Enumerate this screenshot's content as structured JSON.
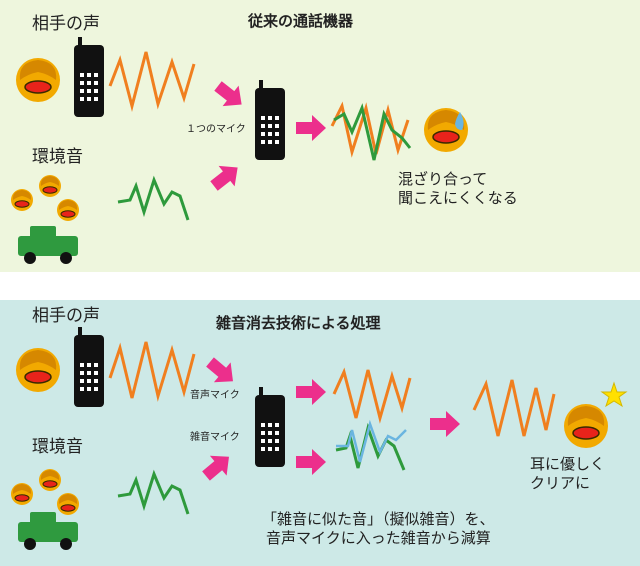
{
  "top": {
    "title": "従来の通話機器",
    "voice_label": "相手の声",
    "noise_label": "環境音",
    "mic_label": "１つのマイク",
    "result_lines": [
      "混ざり合って",
      "聞こえにくくなる"
    ]
  },
  "bottom": {
    "title": "雑音消去技術による処理",
    "voice_label": "相手の声",
    "noise_label": "環境音",
    "voice_mic_label": "音声マイク",
    "noise_mic_label": "雑音マイク",
    "result_lines": [
      "耳に優しく",
      "クリアに"
    ],
    "note_lines": [
      "「雑音に似た音」（擬似雑音）を、",
      "音声マイクに入った雑音から減算"
    ]
  },
  "colors": {
    "voice_wave": "#f07f1f",
    "noise_wave": "#2e9a3c",
    "pseudo_noise_wave": "#6ab5e0",
    "arrow": "#ec2f8c",
    "face": "#f2a900",
    "car": "#2f9a3f",
    "star": "#ffe000"
  }
}
